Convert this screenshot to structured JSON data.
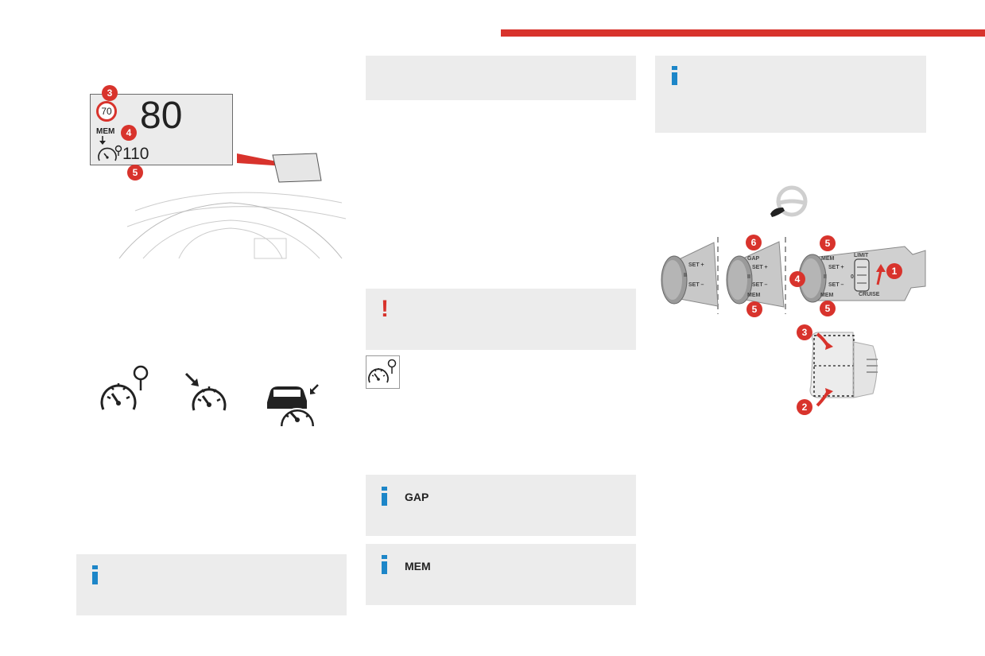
{
  "header": {
    "accent_color": "#d8332c"
  },
  "hud": {
    "speed": "80",
    "speed_limit_sign": "70",
    "mem_label": "MEM",
    "limit_speed": "110",
    "callouts": [
      "3",
      "4",
      "5"
    ]
  },
  "icons": [
    "speed-limiter-icon",
    "cruise-control-icon",
    "adaptive-cruise-control-icon"
  ],
  "notes": {
    "gap": {
      "label": "GAP"
    },
    "mem": {
      "label": "MEM"
    },
    "warning_symbol": "!"
  },
  "stalk": {
    "gap_label": "GAP",
    "mem_label": "MEM",
    "set_plus": "SET +",
    "set_minus": "SET –",
    "limit_label": "LIMIT",
    "cruise_label": "CRUISE",
    "zero_label": "0",
    "pause_label": "II",
    "callouts": [
      "1",
      "2",
      "3",
      "4",
      "5",
      "6"
    ]
  },
  "colors": {
    "accent": "#d8332c",
    "info": "#1d86c8",
    "panel": "#ececec"
  }
}
